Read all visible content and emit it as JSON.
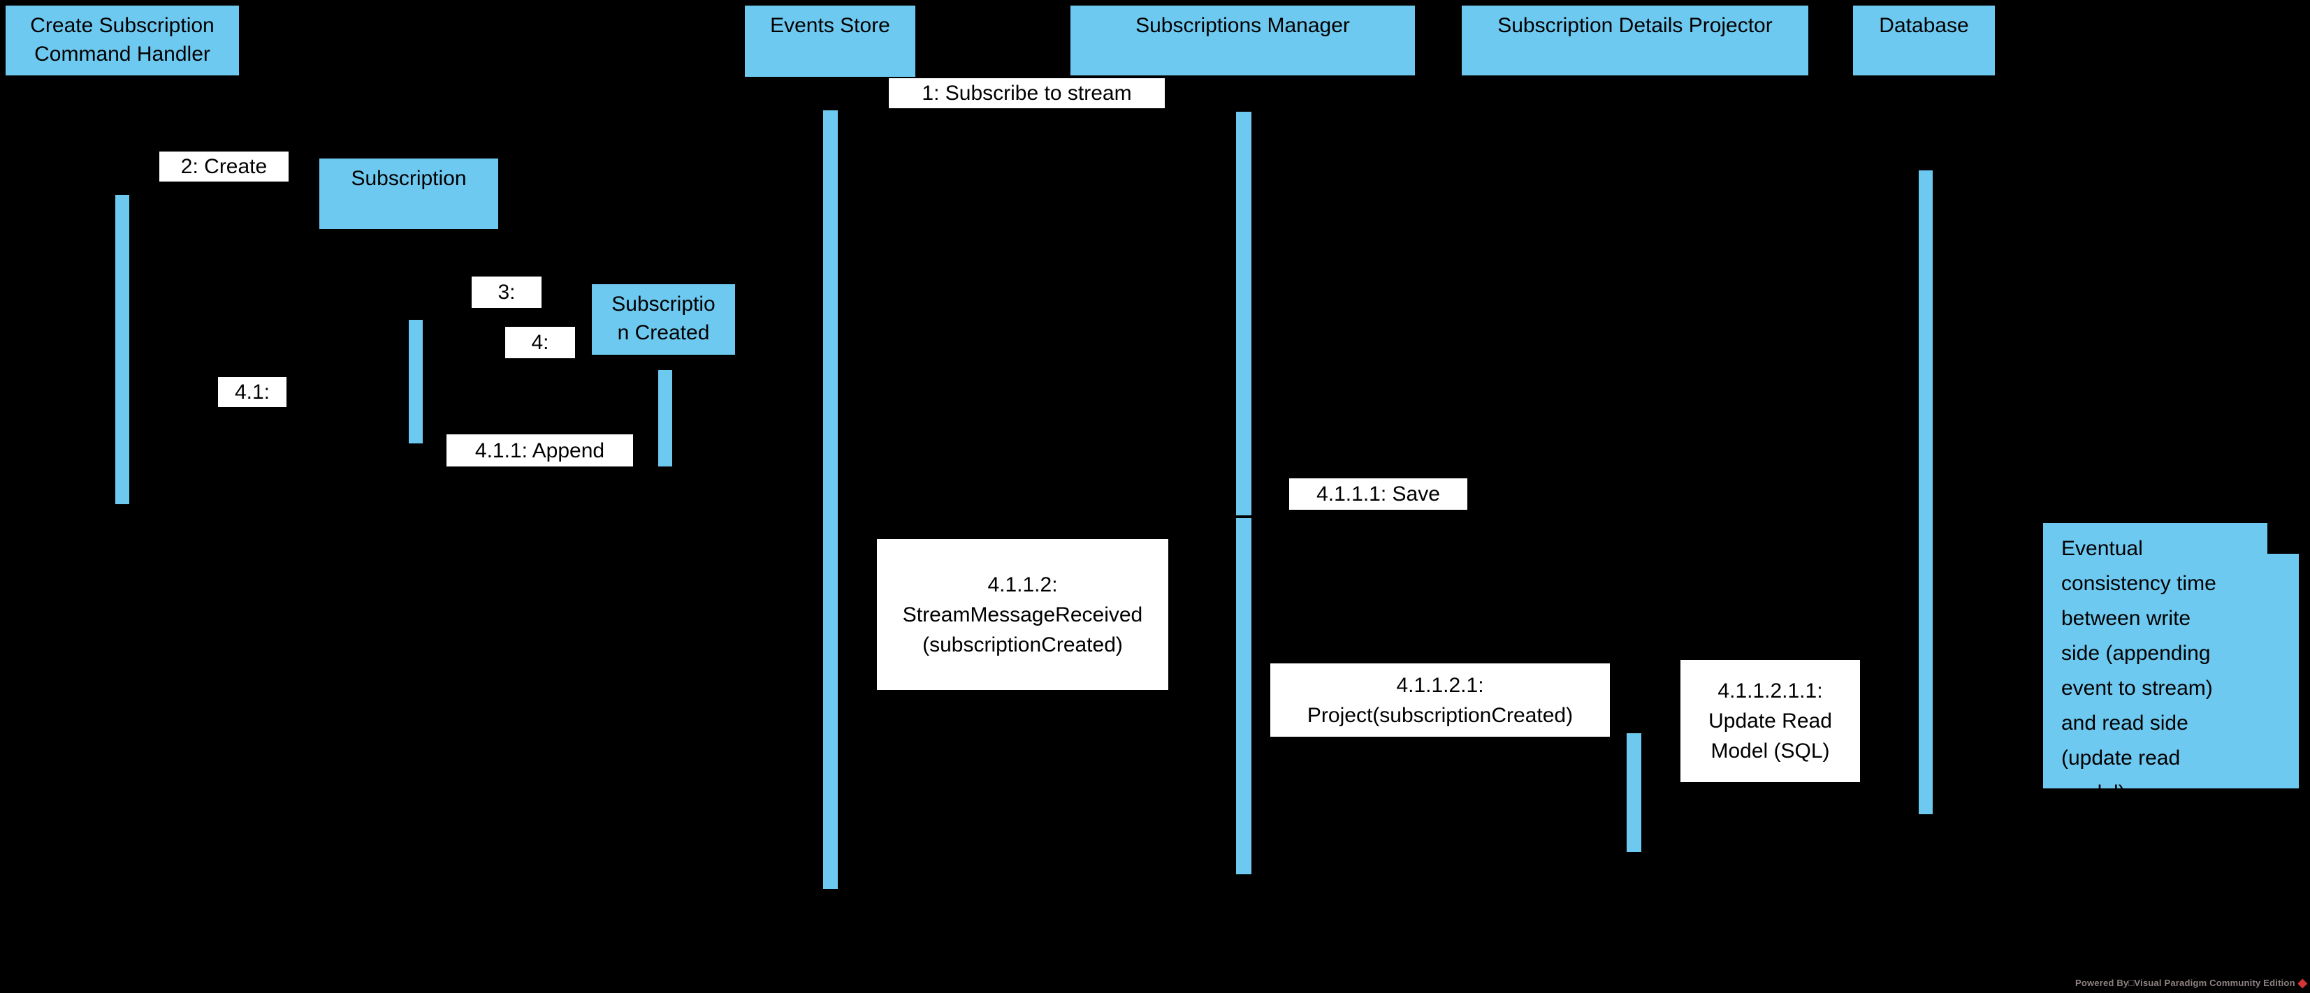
{
  "participants": {
    "cmd_handler": {
      "label": "Create Subscription\nCommand Handler"
    },
    "events_store": {
      "label": "Events Store"
    },
    "subscriptions_manager": {
      "label": "Subscriptions Manager"
    },
    "projector": {
      "label": "Subscription Details Projector"
    },
    "database": {
      "label": "Database"
    }
  },
  "objects": {
    "subscription": {
      "label": "Subscription"
    },
    "subscription_created": {
      "label": "Subscriptio\nn Created"
    }
  },
  "messages": {
    "m1": {
      "label": "1: Subscribe to stream"
    },
    "m2": {
      "label": "2: Create"
    },
    "m3": {
      "label": "3:"
    },
    "m4": {
      "label": "4:"
    },
    "m4_1": {
      "label": "4.1:"
    },
    "m4_1_1": {
      "label": "4.1.1: Append"
    },
    "m4_1_1_1": {
      "label": "4.1.1.1: Save"
    },
    "m4_1_1_2": {
      "label": "4.1.1.2:\nStreamMessageReceived\n(subscriptionCreated)"
    },
    "m4_1_1_2_1": {
      "label": "4.1.1.2.1:\nProject(subscriptionCreated)"
    },
    "m4_1_1_2_1_1": {
      "label": "4.1.1.2.1.1:\nUpdate Read\nModel (SQL)"
    }
  },
  "note": {
    "text": "Eventual\nconsistency time\nbetween write\nside (appending\nevent to stream)\nand read side\n(update read\nmodel)"
  },
  "watermark": {
    "text": "Powered By□Visual Paradigm Community Edition",
    "logo": "diamond-icon"
  },
  "colors": {
    "background": "#000000",
    "shape_fill": "#6EC9F0",
    "label_fill": "#FFFFFF",
    "text": "#000000",
    "watermark_text": "#8F8282",
    "watermark_logo": "#D43535"
  }
}
